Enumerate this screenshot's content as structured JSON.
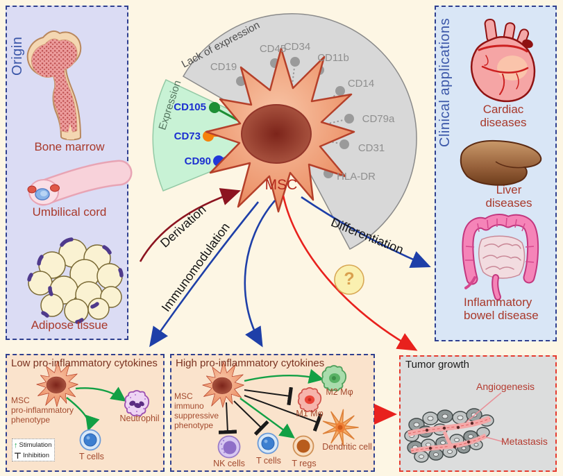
{
  "origin_panel": {
    "title": "Origin",
    "items": [
      {
        "label": "Bone marrow"
      },
      {
        "label": "Umbilical cord"
      },
      {
        "label": "Adipose tissue"
      }
    ]
  },
  "clinical_panel": {
    "title": "Clinical applications",
    "items": [
      {
        "label": "Cardiac diseases"
      },
      {
        "label": "Liver diseases"
      },
      {
        "label": "Inflammatory bowel disease"
      }
    ]
  },
  "msc": {
    "label": "MSC",
    "expression": {
      "title": "Expression",
      "markers": [
        {
          "name": "CD105",
          "dot_color": "#1d8f35"
        },
        {
          "name": "CD73",
          "dot_color": "#f5820b"
        },
        {
          "name": "CD90",
          "dot_color": "#2038d8"
        }
      ]
    },
    "lack": {
      "title": "Lack of expression",
      "markers": [
        {
          "name": "CD19"
        },
        {
          "name": "CD45"
        },
        {
          "name": "CD34"
        },
        {
          "name": "CD11b"
        },
        {
          "name": "CD14"
        },
        {
          "name": "CD79a"
        },
        {
          "name": "CD31"
        },
        {
          "name": "HLA-DR"
        }
      ]
    }
  },
  "arrows": {
    "derivation": "Derivation",
    "immunomodulation": "Immunomodulation",
    "differentiation": "Differentiation",
    "unknown": "?"
  },
  "low_panel": {
    "title": "Low pro-inflammatory cytokines",
    "phenotype_lines": [
      "MSC",
      "pro-inflammatory",
      "phenotype"
    ],
    "cells": [
      {
        "label": "Neutrophil"
      },
      {
        "label": "T cells"
      }
    ],
    "legend": {
      "stimulation": "Stimulation",
      "inhibition": "Inhibition"
    }
  },
  "high_panel": {
    "title": "High pro-inflammatory cytokines",
    "phenotype_lines": [
      "MSC",
      "immuno",
      "suppressive",
      "phenotype"
    ],
    "cells": [
      {
        "label": "M2 Mφ"
      },
      {
        "label": "M1 Mφ"
      },
      {
        "label": "Dendritic cell"
      },
      {
        "label": "NK cells"
      },
      {
        "label": "T cells"
      },
      {
        "label": "T regs"
      }
    ]
  },
  "tumor_panel": {
    "title": "Tumor growth",
    "labels": [
      {
        "label": "Angiogenesis"
      },
      {
        "label": "Metastasis"
      }
    ]
  },
  "palette": {
    "background": "#fdf6e4",
    "origin_bg": "#dbdcf4",
    "clinical_bg": "#d9e6f6",
    "cytokine_bg": "#fae3cc",
    "tumor_bg": "#dcdddd",
    "panel_border": "#2e3f8f",
    "tumor_border": "#e53a2e",
    "blue_title": "#3a56a8",
    "maroon_label": "#a8382a",
    "stimulation_green": "#12a045",
    "inhibition_black": "#1a1a1a",
    "derivation_red": "#8c1420",
    "pathway_blue": "#1e3fa8",
    "tumor_arrow_red": "#e8211d"
  }
}
